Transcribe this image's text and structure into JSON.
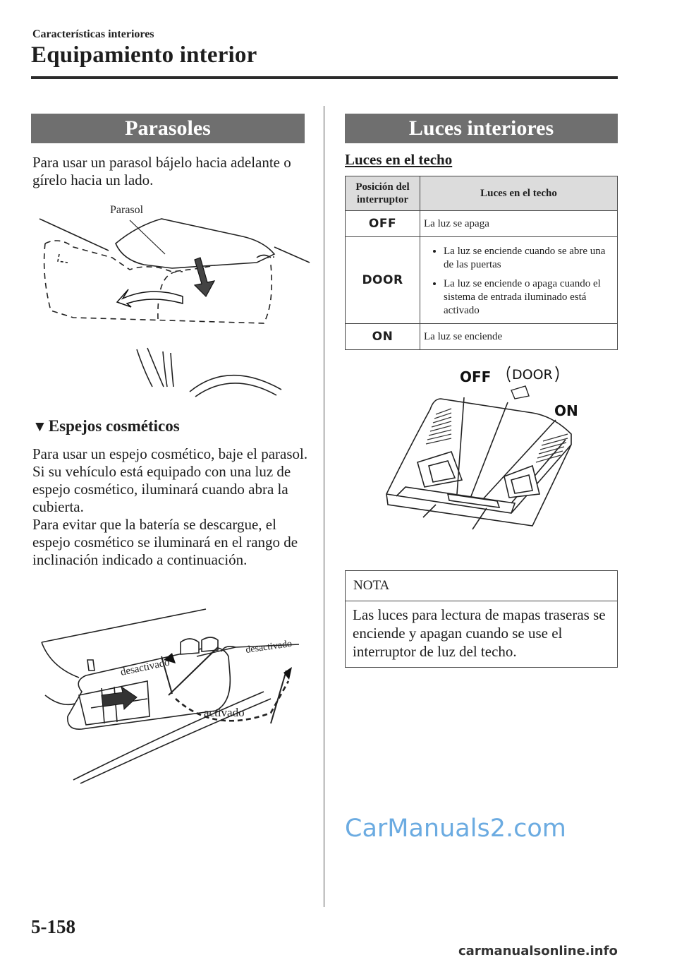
{
  "header": {
    "chapter": "Características interiores",
    "section": "Equipamiento interior"
  },
  "left": {
    "banner": "Parasoles",
    "intro": "Para usar un parasol bájelo hacia adelante o gírelo hacia un lado.",
    "fig1_label": "Parasol",
    "subheading_marker": "▼",
    "subheading": "Espejos cosméticos",
    "body": [
      "Para usar un espejo cosmético, baje el parasol.",
      "Si su vehículo está equipado con una luz de espejo cosmético, iluminará cuando abra la cubierta.",
      "Para evitar que la batería se descargue, el espejo cosmético se iluminará en el rango de inclinación indicado a continuación."
    ],
    "fig2_labels": {
      "off_left": "desactivado",
      "off_right": "desactivado",
      "on": "activado"
    }
  },
  "right": {
    "banner": "Luces interiores",
    "heading": "Luces en el techo",
    "table": {
      "col_position": "Posición del interruptor",
      "col_lights": "Luces en el techo",
      "rows": [
        {
          "pos": "OFF",
          "desc": "La luz se apaga"
        },
        {
          "pos": "DOOR",
          "bullets": [
            "La luz se enciende cuando se abre una de las puertas",
            "La luz se enciende o apaga cuando el sistema de entrada iluminado está activado"
          ]
        },
        {
          "pos": "ON",
          "desc": "La luz se enciende"
        }
      ]
    },
    "fig_labels": {
      "off": "OFF",
      "door": "DOOR",
      "on": "ON"
    },
    "note": {
      "title": "NOTA",
      "text": "Las luces para lectura de mapas traseras se enciende y apagan cuando se use el interruptor de luz del techo."
    }
  },
  "footer": {
    "page": "5-158",
    "watermark": "CarManuals2.com",
    "watermark2": "carmanualsonline.info"
  }
}
